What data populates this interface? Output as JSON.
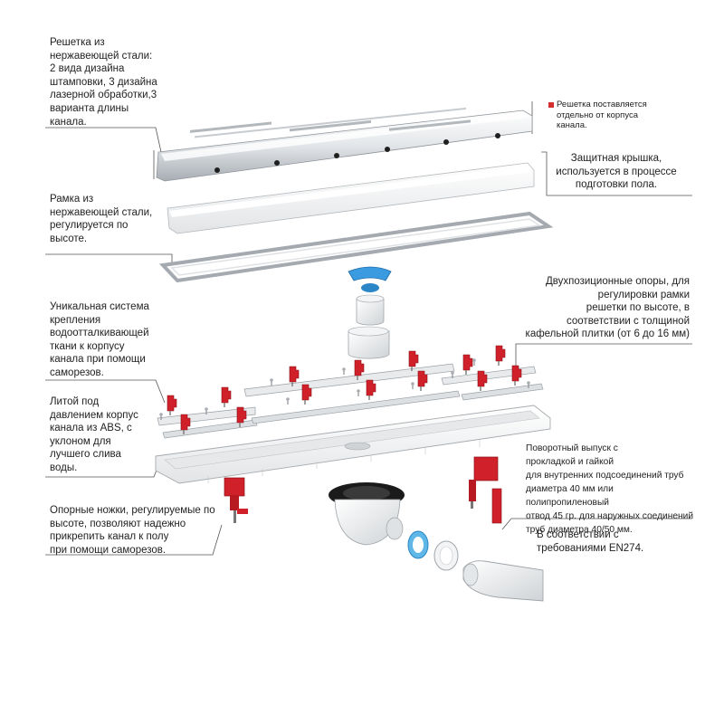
{
  "labels": {
    "grate": "Решетка из\nнержавеющей стали:\n2 вида дизайна\nштамповки, 3 дизайна\nлазерной обработки,3\nварианта длины\nканала.",
    "grate_note": "Решетка поставляется\nотдельно от корпуса\nканала.",
    "cover": "Защитная крышка,\nиспользуется  в процессе\nподготовки пола.",
    "frame": "Рамка из\nнержавеющей стали,\nрегулируется по\nвысоте.",
    "supports": "Двухпозиционные опоры, для\nрегулировки рамки\nрешетки по высоте, в\nсоответствии с толщиной\nкафельной плитки (от 6 до 16 мм)",
    "fixing_system": "Уникальная система\nкрепления\nводоотталкивающей\nткани к корпусу\nканала при помощи\nсаморезов.",
    "body": "Литой под\nдавлением корпус\nканала из ABS, с\nуклоном для\nлучшего слива\nводы.",
    "outlet": "Поворотный выпуск с\nпрокладкой и гайкой\nдля внутренних подсоединений труб\nдиаметра 40 мм или полипропиленовый\nотвод 45 гр. для наружных соединений\nтруб диаметра 40/50 мм.",
    "feet": "Опорные ножки, регулируемые по\nвысоте, позволяют надежно\nприкрепить канал к полу\nпри помощи саморезов.",
    "standard": "В соответствии с\nтребованиями EN274."
  },
  "colors": {
    "steel_light": "#eef0f2",
    "steel_dark": "#9aa0a6",
    "white_part": "#f4f5f6",
    "red_part": "#d0202a",
    "blue_part": "#3a9be0",
    "black_part": "#1b1b1b",
    "line": "#555555"
  }
}
